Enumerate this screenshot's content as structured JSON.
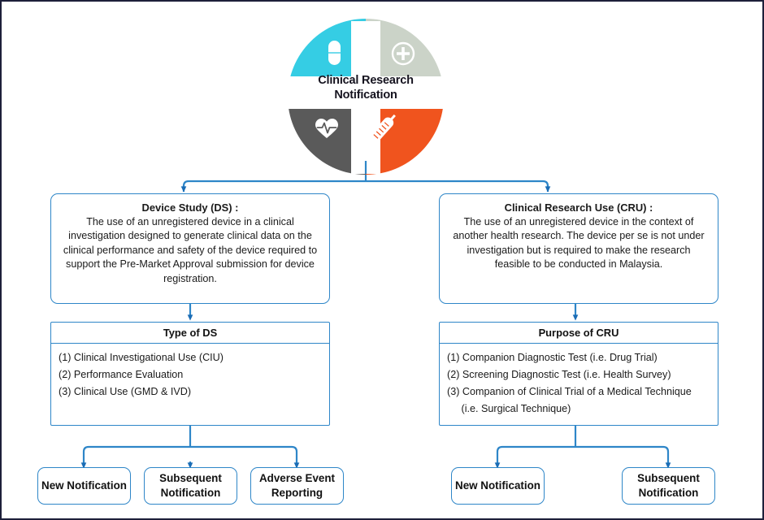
{
  "diagram": {
    "title": "Clinical Research Notification flowchart",
    "accent_color": "#2e86c8",
    "logo": {
      "title_line1": "Clinical Research",
      "title_line2": "Notification",
      "quadrants": [
        {
          "name": "top-left",
          "color": "#35cde4",
          "icon": "pill-capsule-icon"
        },
        {
          "name": "top-right",
          "color": "#cbd3c8",
          "icon": "circle-plus-icon"
        },
        {
          "name": "bottom-left",
          "color": "#5a5a5a",
          "icon": "heart-pulse-icon"
        },
        {
          "name": "bottom-right",
          "color": "#f0541e",
          "icon": "syringe-icon"
        }
      ],
      "cross_color": "#ffffff"
    },
    "branches": [
      {
        "id": "ds",
        "definition": {
          "title": "Device Study (DS) :",
          "body": "The use of an unregistered device in a clinical investigation designed to generate clinical data on the clinical performance and safety of the device required to support the Pre-Market Approval submission for device registration."
        },
        "list": {
          "header": "Type of DS",
          "items": [
            "(1) Clinical Investigational Use (CIU)",
            "(2) Performance Evaluation",
            "(3) Clinical Use (GMD & IVD)"
          ]
        },
        "leaves": [
          {
            "line1": "New Notification",
            "line2": ""
          },
          {
            "line1": "Subsequent",
            "line2": "Notification"
          },
          {
            "line1": "Adverse Event",
            "line2": "Reporting"
          }
        ]
      },
      {
        "id": "cru",
        "definition": {
          "title": "Clinical Research Use (CRU) :",
          "body": "The use of an unregistered device in the context of another health research. The device per se is not under investigation but is required to make the research feasible to be conducted in Malaysia."
        },
        "list": {
          "header": "Purpose of CRU",
          "items": [
            "(1) Companion Diagnostic Test (i.e. Drug Trial)",
            "(2) Screening Diagnostic Test (i.e. Health Survey)",
            "(3) Companion of Clinical Trial of a Medical Technique",
            "     (i.e. Surgical Technique)"
          ]
        },
        "leaves": [
          {
            "line1": "New Notification",
            "line2": ""
          },
          {
            "line1": "Subsequent",
            "line2": "Notification"
          }
        ]
      }
    ]
  }
}
